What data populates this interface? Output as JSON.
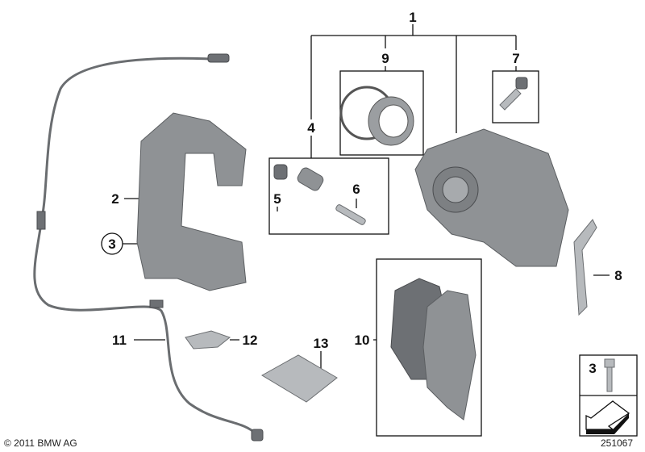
{
  "diagram": {
    "callouts": [
      {
        "id": "1",
        "label": "1"
      },
      {
        "id": "2",
        "label": "2"
      },
      {
        "id": "3",
        "label": "3"
      },
      {
        "id": "4",
        "label": "4"
      },
      {
        "id": "5",
        "label": "5"
      },
      {
        "id": "6",
        "label": "6"
      },
      {
        "id": "7",
        "label": "7"
      },
      {
        "id": "8",
        "label": "8"
      },
      {
        "id": "9",
        "label": "9"
      },
      {
        "id": "10",
        "label": "10"
      },
      {
        "id": "11",
        "label": "11"
      },
      {
        "id": "12",
        "label": "12"
      },
      {
        "id": "13",
        "label": "13"
      }
    ],
    "inset": {
      "label": "3"
    },
    "copyright": "© 2011 BMW AG",
    "diagram_number": "251067"
  }
}
